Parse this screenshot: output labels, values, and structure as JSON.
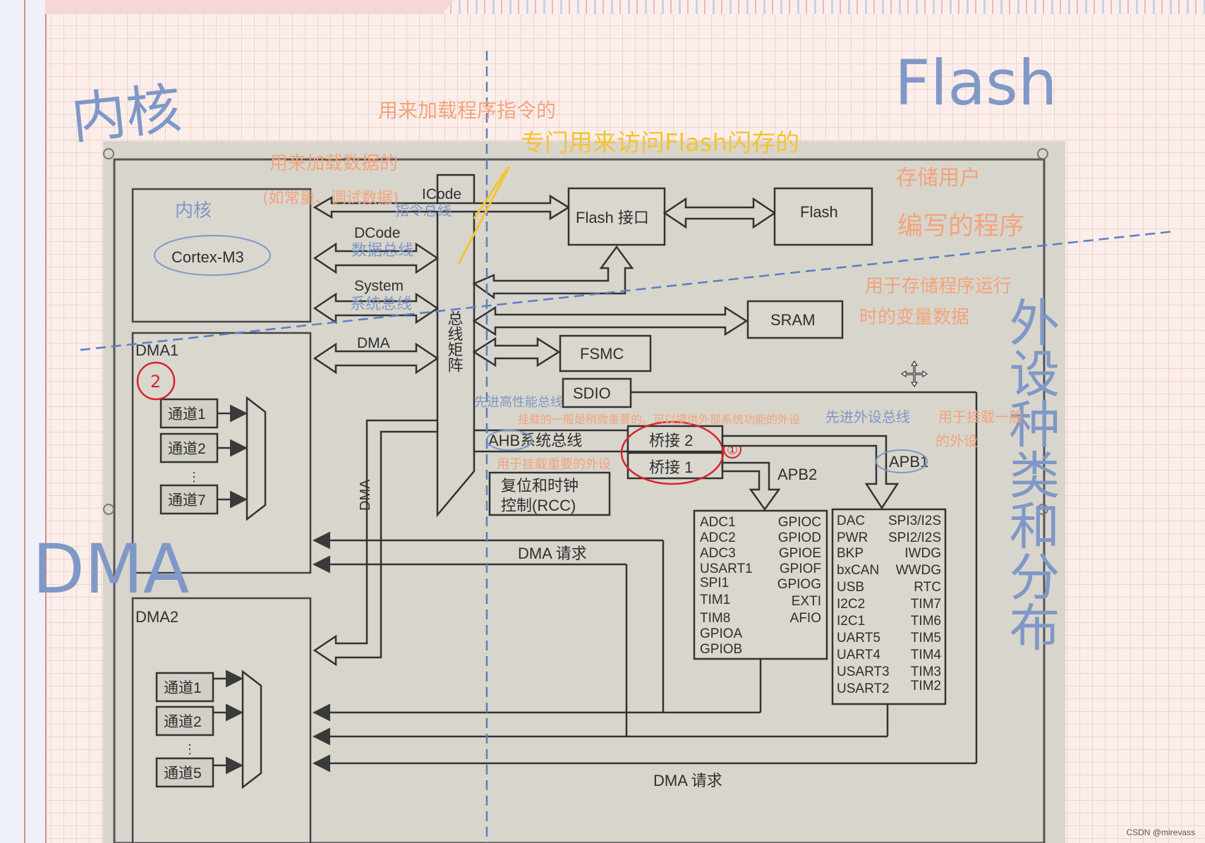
{
  "diagram": {
    "core_box": {
      "title": "内核",
      "cpu": "Cortex-M3"
    },
    "buses": {
      "icode": "ICode",
      "dcode": "DCode",
      "system": "System",
      "dma": "DMA"
    },
    "bus_matrix": "总线矩阵",
    "flash_interface": "Flash 接口",
    "flash": "Flash",
    "sram": "SRAM",
    "fsmc": "FSMC",
    "sdio": "SDIO",
    "ahb": "AHB系统总线",
    "bridge2": "桥接 2",
    "bridge1": "桥接 1",
    "apb2": "APB2",
    "apb1": "APB1",
    "rcc_line1": "复位和时钟",
    "rcc_line2": "控制(RCC)",
    "dma_vertical": "DMA",
    "dma_request": "DMA 请求",
    "dma1": {
      "title": "DMA1",
      "channels": [
        "通道1",
        "通道2",
        "通道7"
      ]
    },
    "dma2": {
      "title": "DMA2",
      "channels": [
        "通道1",
        "通道2",
        "通道5"
      ]
    },
    "apb2_col1": [
      "ADC1",
      "ADC2",
      "ADC3",
      "USART1",
      "SPI1",
      "TIM1",
      "TIM8",
      "GPIOA",
      "GPIOB"
    ],
    "apb2_col2": [
      "GPIOC",
      "GPIOD",
      "GPIOE",
      "GPIOF",
      "GPIOG",
      "EXTI",
      "AFIO"
    ],
    "apb1_col1": [
      "DAC",
      "PWR",
      "BKP",
      "bxCAN",
      "USB",
      "I2C2",
      "I2C1",
      "UART5",
      "UART4",
      "USART3",
      "USART2"
    ],
    "apb1_col2": [
      "SPI3/I2S",
      "SPI2/I2S",
      "IWDG",
      "WWDG",
      "RTC",
      "TIM7",
      "TIM6",
      "TIM5",
      "TIM4",
      "TIM3",
      "TIM2"
    ]
  },
  "annotations": {
    "blue": {
      "kernel": "内核",
      "flash": "Flash",
      "dma": "DMA",
      "peripherals": "外设种类和分布",
      "icode_note": "指令总线",
      "dcode_note": "数据总线",
      "system_note": "系统总线",
      "high_perf": "先进高性能总线",
      "adv_periph": "先进外设总线"
    },
    "orange": {
      "load_instr": "用来加载程序指令的",
      "load_data": "用来加载数据的",
      "debug": "(如常量、调试数据)",
      "store_user": "存储用户",
      "written_prog": "编写的程序",
      "sram_note1": "用于存储程序运行",
      "sram_note2": "时的变量数据",
      "bridge2_note": "挂载的一般是稍微重要的、可以提供外部系统功能的外设",
      "bridge1_note": "用于挂载重要的外设",
      "apb1_note1": "用于挂载一般",
      "apb1_note2": "的外设"
    },
    "yellow": {
      "flash_access": "专门用来访问Flash闪存的"
    },
    "red": {
      "marker1": "①",
      "marker2": "2"
    }
  },
  "watermark": "CSDN @mirevass",
  "colors": {
    "handwrite_blue": "#7f98c7",
    "handwrite_orange": "#f2a47c",
    "handwrite_yellow": "#f4c433",
    "marker_red": "#d9242b",
    "diagram_bg": "#d8d5cc"
  }
}
